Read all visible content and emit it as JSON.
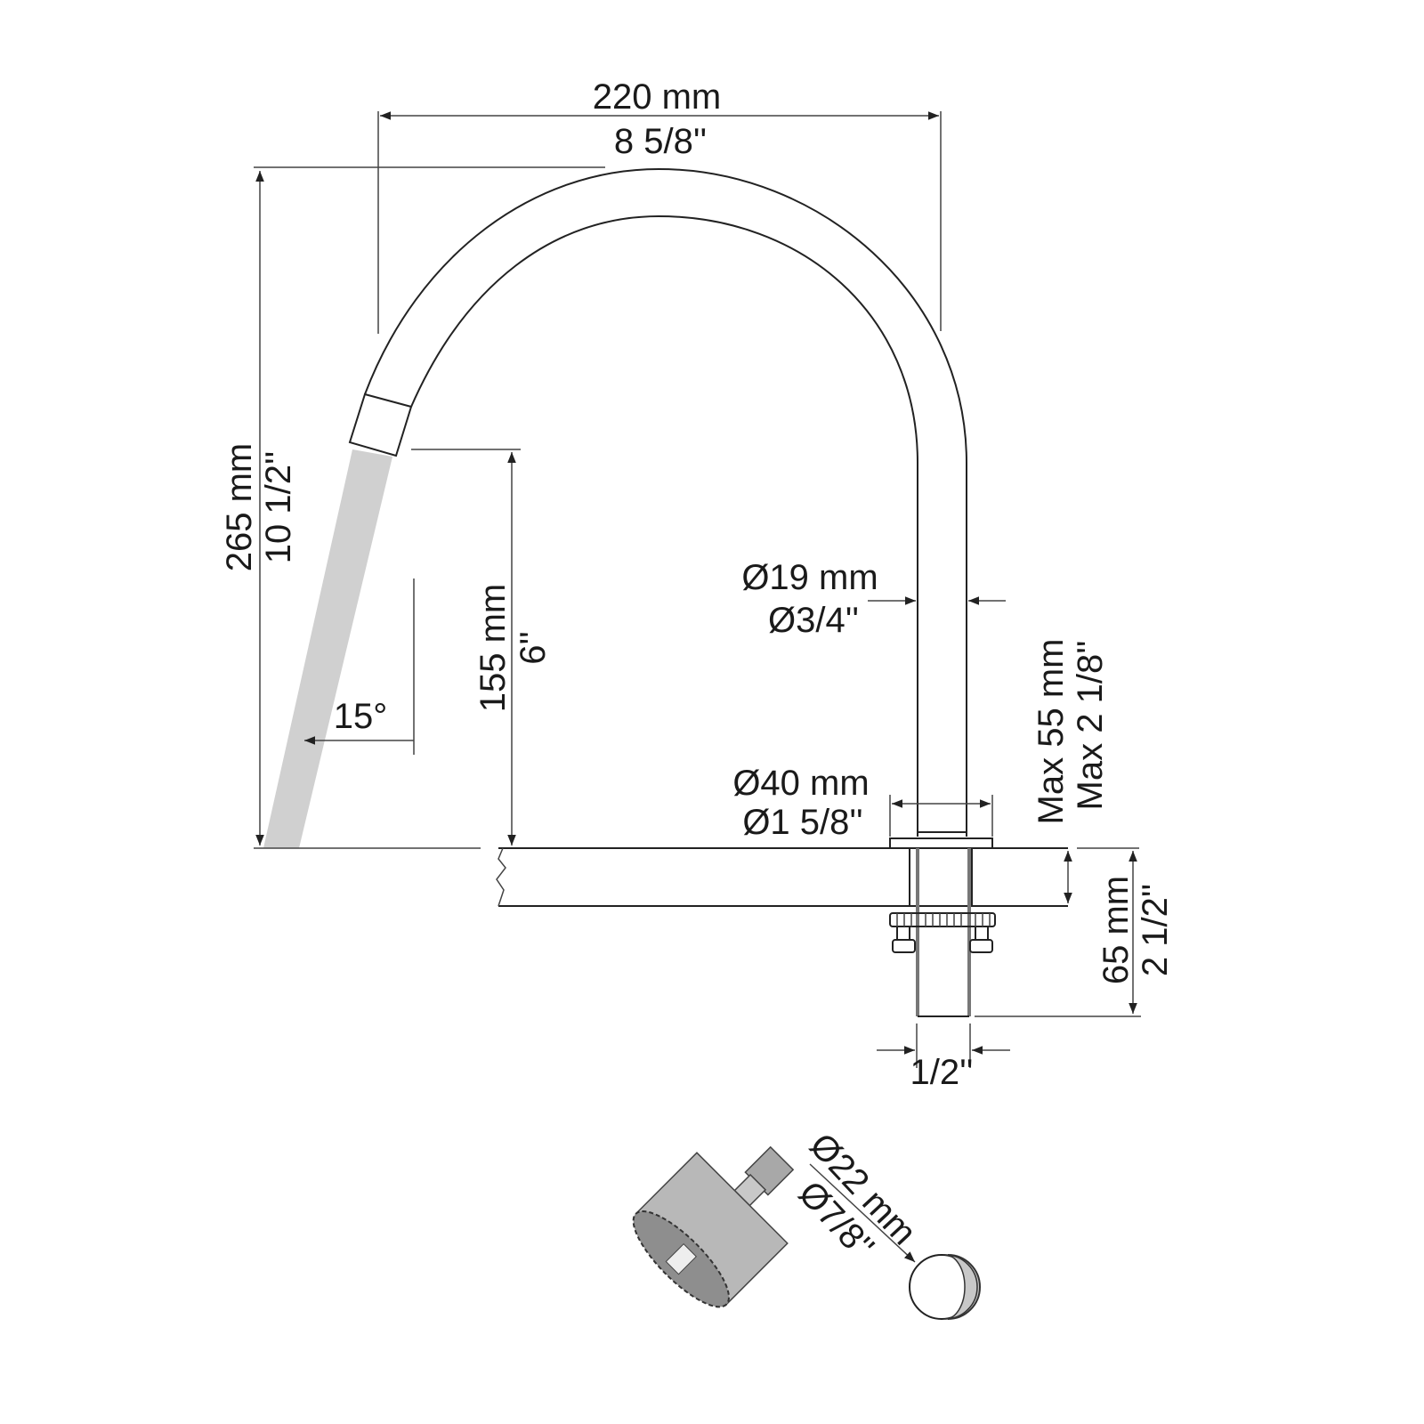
{
  "dimensions": {
    "reach_mm": "220 mm",
    "reach_in": "8 5/8''",
    "height_mm": "265 mm",
    "height_in": "10 1/2''",
    "spout_clearance_mm": "155 mm",
    "spout_clearance_in": "6''",
    "angle": "15°",
    "tube_diameter_mm": "Ø19 mm",
    "tube_diameter_in": "Ø3/4''",
    "base_diameter_mm": "Ø40 mm",
    "base_diameter_in": "Ø1 5/8''",
    "max_deck_mm": "Max 55 mm",
    "max_deck_in": "Max 2 1/8''",
    "shank_length_mm": "65 mm",
    "shank_length_in": "2 1/2''",
    "thread": "1/2''",
    "hole_diameter_mm": "Ø22 mm",
    "hole_diameter_in": "Ø7/8''"
  },
  "colors": {
    "line": "#222222",
    "water": "#d0d0d0",
    "tool": "#b8b8b8",
    "tool_dark": "#8e8e8e"
  },
  "icons": [
    "hole-saw-icon",
    "drill-hole-icon"
  ]
}
